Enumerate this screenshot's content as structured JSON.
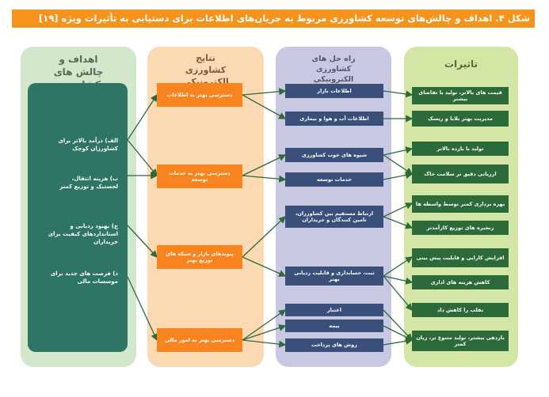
{
  "figure_title": "شکل ۴. اهداف و چالش‌های توسعه کشاورزی مربوط به جریان‌های اطلاعات برای دستیابی به تأثیرات ویژه [۱۹]",
  "columns": {
    "challenges": {
      "title": "اهداف و چالش های کشاورزی",
      "items": [
        "الف) درآمد بالاتر برای کشاورزان کوچک",
        "ب) هزینه انتقال، لجستیک و توزیع کمتر",
        "ج) بهبود ردیابی و استانداردهای کیفیت برای خریداران",
        "د) فرصت های جدید برای موسسات مالی"
      ]
    },
    "results": {
      "title": "نتایج کشاورزی الکترونیکی",
      "items": [
        "دسترسی بهتر به اطلاعات",
        "دسترسی بهتر به خدمات توسعه",
        "پیوندهای بازار و شبکه های توزیع بهتر",
        "دسترسی بهتر به امور مالی"
      ]
    },
    "solutions": {
      "title": "راه حل های کشاورزی الکترونیکی",
      "items": [
        "اطلاعات بازار",
        "اطلاعات آب و هوا و بیماری",
        "شیوه های خوب کشاورزی",
        "خدمات توسعه",
        "ارتباط مستقیم بین کشاورزان، تامین کنندگان و خریداران",
        "ثبت، حسابداری و قابلیت ردیابی بهتر",
        "اعتبار",
        "بیمه",
        "روش های پرداخت"
      ]
    },
    "impacts": {
      "title": "تاثیرات",
      "items": [
        "قیمت های بالاتر، تولید با تقاضای بیشتر",
        "مدیریت بهتر بلایا و ریسک",
        "تولید با بازده بالاتر",
        "ارزیابی دقیق تر سلامت خاک",
        "بهره برداری کمتر توسط واسطه ها",
        "زنجیره های توزیع کارآمدتر",
        "افزایش کارایی و قابلیت پیش بینی",
        "کاهش هزینه های اداری",
        "تقلب را کاهش داد",
        "بازدهی بیشتر، تولید متنوع تر، زیان کمتر"
      ]
    }
  },
  "colors": {
    "title_bar": "#f6931d",
    "result_box": "#f7841e",
    "solution_box": "#3a4f7a",
    "impact_box": "#2d6a3a",
    "arrow": "#2d6a3a"
  }
}
